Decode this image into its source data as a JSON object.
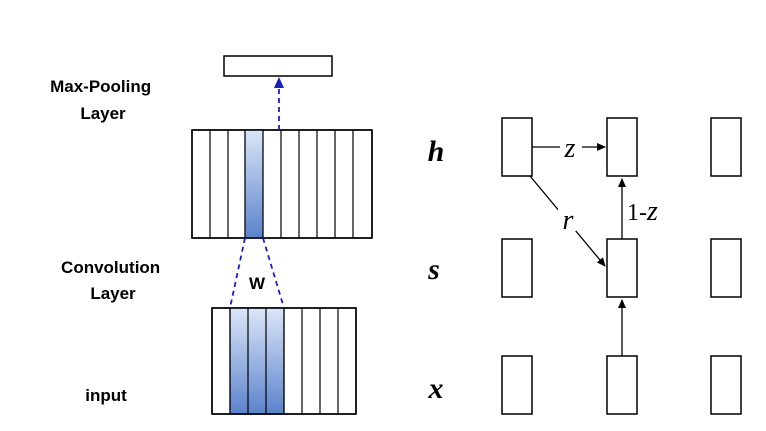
{
  "left_panel": {
    "max_pooling_label": [
      "Max-Pooling",
      "Layer"
    ],
    "convolution_label": [
      "Convolution",
      "Layer"
    ],
    "input_label": "input",
    "window_label": "W"
  },
  "right_panel": {
    "row_labels": {
      "h": "h",
      "s": "s",
      "x": "x"
    },
    "edge_labels": {
      "z": "z",
      "r": "r",
      "one_minus_z": "1-z"
    }
  },
  "colors": {
    "highlight_light": "#d6e2f5",
    "highlight_dark": "#5b82cc",
    "dashed_arrow": "#1a1fbf"
  }
}
